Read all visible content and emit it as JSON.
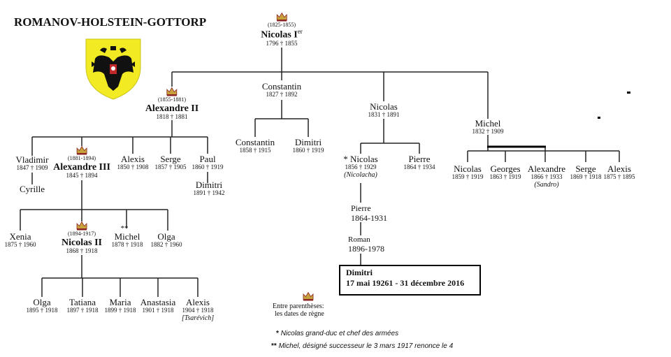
{
  "title": "ROMANOV-HOLSTEIN-GOTTORP",
  "nicolas_i": {
    "reign": "(1825-1855)",
    "name": "Nicolas I",
    "sup": "er",
    "dates": "1796 † 1855"
  },
  "alexandre_ii": {
    "reign": "(1855-1881)",
    "name": "Alexandre II",
    "dates": "1818 † 1881"
  },
  "constantin": {
    "name": "Constantin",
    "dates": "1827 † 1892"
  },
  "nicolas_gd": {
    "name": "Nicolas",
    "dates": "1831 † 1891"
  },
  "michel_gd": {
    "name": "Michel",
    "dates": "1832 † 1909"
  },
  "constantin_jr": {
    "name": "Constantin",
    "dates": "1858 † 1915"
  },
  "dimitri_c": {
    "name": "Dimitri",
    "dates": "1860 † 1919"
  },
  "nicolas_jr": {
    "mark": "*",
    "name": "Nicolas",
    "dates": "1856 † 1929",
    "alias": "(Nicolacha)"
  },
  "pierre_n": {
    "name": "Pierre",
    "dates": "1864 † 1934"
  },
  "michel_children": [
    {
      "name": "Nicolas",
      "dates": "1859 † 1919"
    },
    {
      "name": "Georges",
      "dates": "1863 † 1919"
    },
    {
      "name": "Alexandre",
      "dates": "1866 † 1933",
      "alias": "(Sandro)"
    },
    {
      "name": "Serge",
      "dates": "1869 † 1918"
    },
    {
      "name": "Alexis",
      "dates": "1875 † 1895"
    }
  ],
  "vladimir": {
    "name": "Vladimir",
    "dates": "1847 † 1909"
  },
  "alexandre_iii": {
    "reign": "(1881-1894)",
    "name": "Alexandre III",
    "dates": "1845 † 1894"
  },
  "alexis_a2": {
    "name": "Alexis",
    "dates": "1850 † 1908"
  },
  "serge_a2": {
    "name": "Serge",
    "dates": "1857 † 1905"
  },
  "paul": {
    "name": "Paul",
    "dates": "1860 † 1919"
  },
  "cyrille": {
    "name": "Cyrille"
  },
  "dimitri_p": {
    "name": "Dimitri",
    "dates": "1891 † 1942"
  },
  "xenia": {
    "name": "Xenia",
    "dates": "1875 † 1960"
  },
  "nicolas_ii": {
    "reign": "(1894-1917)",
    "name": "Nicolas II",
    "dates": "1868 † 1918"
  },
  "michel_a3": {
    "mark": "**",
    "name": "Michel",
    "dates": "1878 † 1918"
  },
  "olga_a3": {
    "name": "Olga",
    "dates": "1882 † 1960"
  },
  "nicolas_ii_children": [
    {
      "name": "Olga",
      "dates": "1895 † 1918"
    },
    {
      "name": "Tatiana",
      "dates": "1897 † 1918"
    },
    {
      "name": "Maria",
      "dates": "1899 † 1918"
    },
    {
      "name": "Anastasia",
      "dates": "1901 † 1918"
    },
    {
      "name": "Alexis",
      "dates": "1904 † 1918",
      "alias": "[Tsarévich]"
    }
  ],
  "pierre_line": {
    "name": "Pierre",
    "dates": "1864-1931"
  },
  "roman": {
    "name": "Roman",
    "dates": "1896-1978"
  },
  "dimitri_box": {
    "name": "Dimitri",
    "dates": "17 mai 19261 - 31 décembre 2016"
  },
  "legend": {
    "line1": "Entre parenthèses:",
    "line2": "les dates de règne"
  },
  "notes": [
    {
      "mark": "*",
      "text": "Nicolas grand-duc et chef des armées"
    },
    {
      "mark": "**",
      "text": "Michel, désigné successeur  le 3 mars 1917  renonce le 4"
    }
  ],
  "colors": {
    "crest_yellow": "#f2ea23",
    "eagle": "#111111",
    "crown_red": "#8b2323",
    "crown_gold": "#c7a23a"
  },
  "icons": [
    "crown-icon",
    "double-headed-eagle-crest"
  ]
}
